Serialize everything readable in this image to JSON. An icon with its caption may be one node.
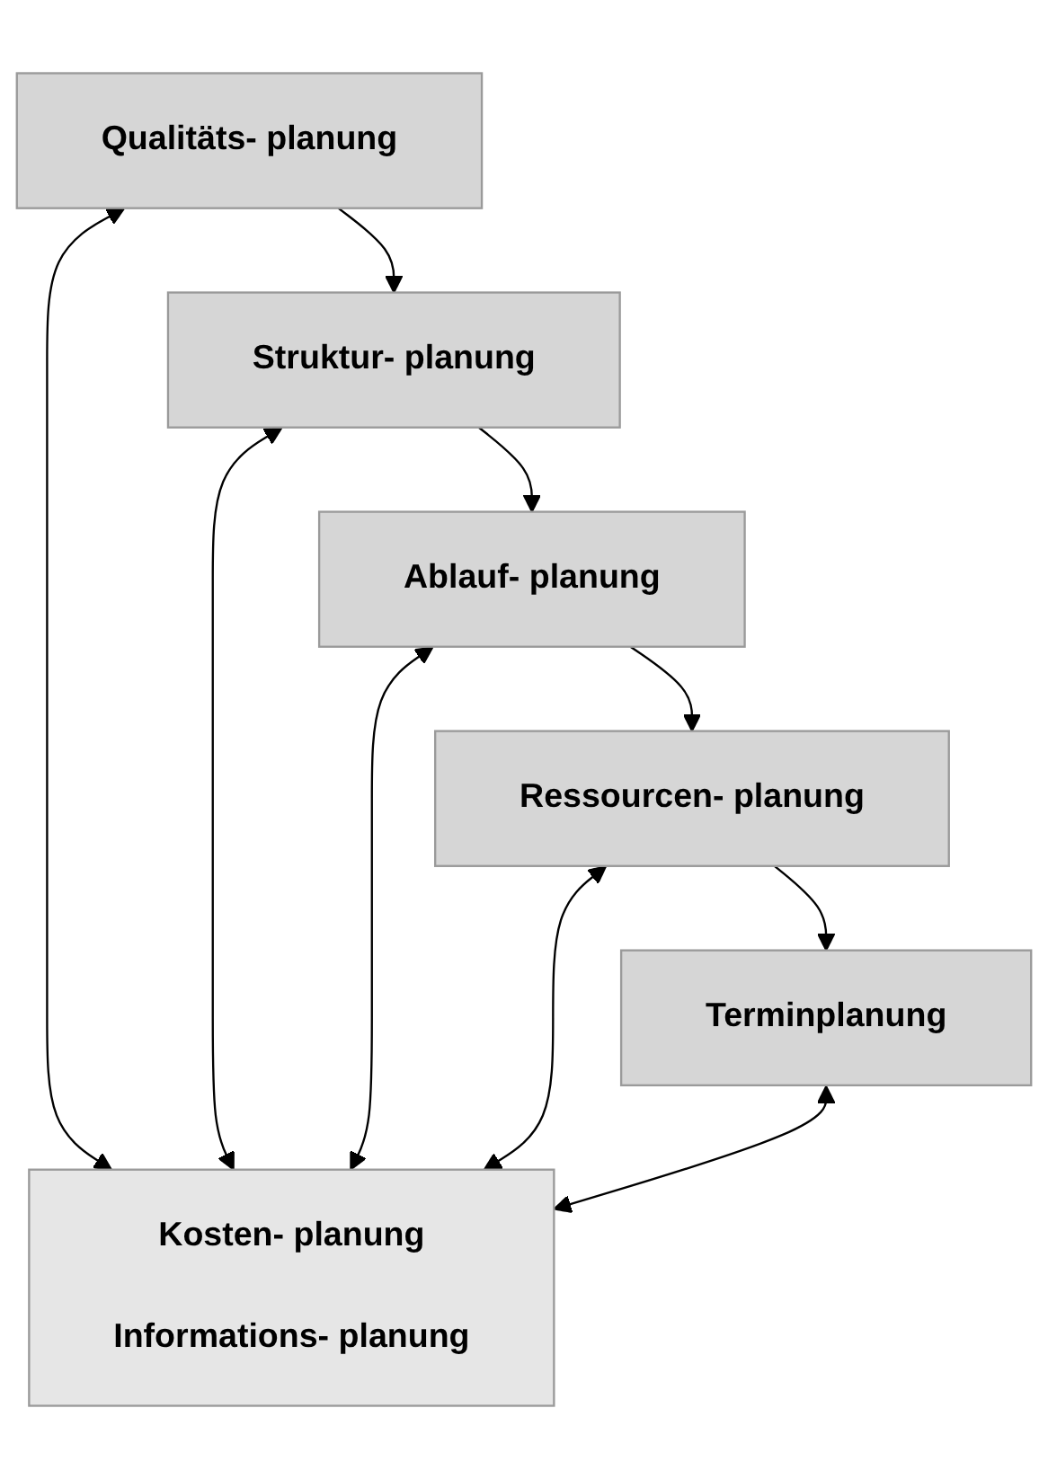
{
  "diagram": {
    "nodes": [
      {
        "text": [
          "Qualitäts- planung"
        ]
      },
      {
        "text": [
          "Struktur- planung"
        ]
      },
      {
        "text": [
          "Ablauf- planung"
        ]
      },
      {
        "text": [
          "Ressourcen- planung"
        ]
      },
      {
        "text": [
          "Terminplanung"
        ]
      },
      {
        "text": [
          "Kosten- planung",
          "Informations- planung"
        ]
      }
    ],
    "edges": [
      {
        "from": 0,
        "to": 1,
        "arrow": "to"
      },
      {
        "from": 1,
        "to": 2,
        "arrow": "to"
      },
      {
        "from": 2,
        "to": 3,
        "arrow": "to"
      },
      {
        "from": 3,
        "to": 4,
        "arrow": "to"
      },
      {
        "from": 0,
        "to": 5,
        "arrow": "both"
      },
      {
        "from": 1,
        "to": 5,
        "arrow": "both"
      },
      {
        "from": 2,
        "to": 5,
        "arrow": "both"
      },
      {
        "from": 3,
        "to": 5,
        "arrow": "both"
      },
      {
        "from": 4,
        "to": 5,
        "arrow": "both"
      }
    ]
  }
}
